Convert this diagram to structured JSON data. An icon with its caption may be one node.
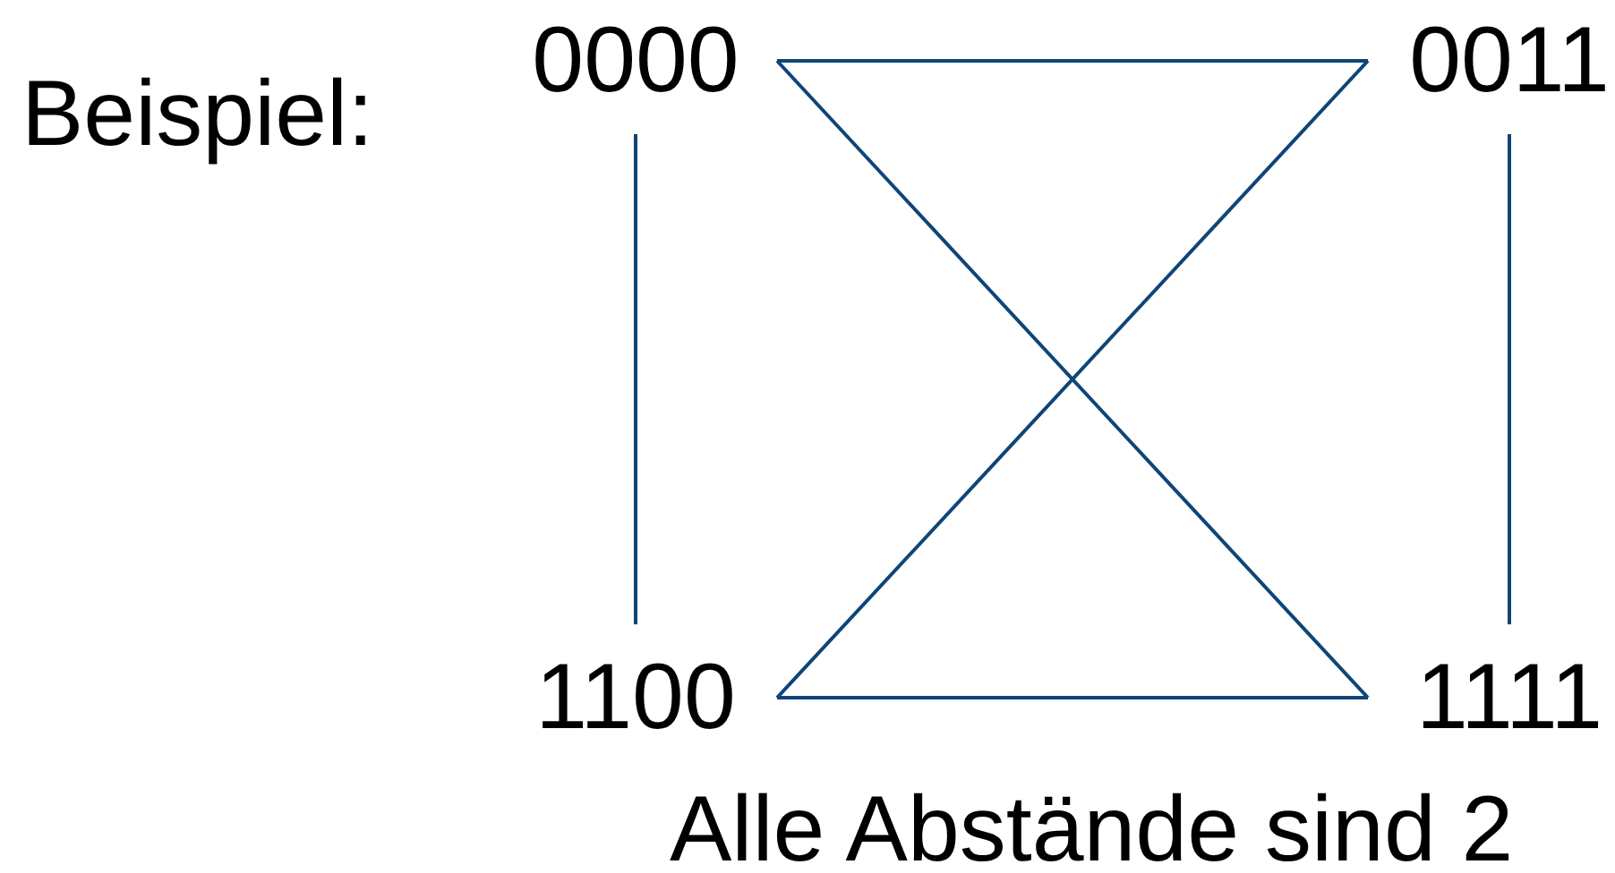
{
  "diagram": {
    "nodes": [
      {
        "text": [
          "0000"
        ]
      },
      {
        "text": [
          "0011"
        ]
      },
      {
        "text": [
          "1100"
        ]
      },
      {
        "text": [
          "1111"
        ]
      }
    ],
    "edges": [
      {
        "from": 0,
        "to": 1,
        "arrow": "none"
      },
      {
        "from": 0,
        "to": 3,
        "arrow": "none"
      },
      {
        "from": 2,
        "to": 1,
        "arrow": "none"
      },
      {
        "from": 2,
        "to": 3,
        "arrow": "none"
      },
      {
        "from": 0,
        "to": 2,
        "arrow": "none"
      },
      {
        "from": 1,
        "to": 3,
        "arrow": "none"
      }
    ],
    "labels": [
      "Beispiel:",
      "Alle Abstände sind 2"
    ]
  }
}
